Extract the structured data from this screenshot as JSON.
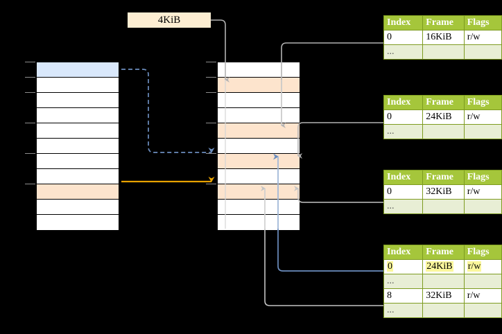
{
  "title": "Multi-level page table translation diagram",
  "size_label": {
    "text": "4KiB"
  },
  "colors": {
    "table_header_bg": "#a5c63b",
    "table_border": "#7d9b1f",
    "ellipsis_bg": "#e8eed5",
    "highlight_yellow": "#fbf79c",
    "cell_peach": "#fde4cd",
    "cell_blue": "#d9e8fb",
    "arrow_gray": "#b3b3b3",
    "arrow_blue": "#6c8ebf",
    "arrow_orange": "#e8a200",
    "label_bg": "#fdeed2"
  },
  "left_column": {
    "name": "virtual-address-space",
    "cells": [
      {
        "fill": "blue"
      },
      {
        "fill": "white"
      },
      {
        "fill": "white"
      },
      {
        "fill": "white"
      },
      {
        "fill": "white"
      },
      {
        "fill": "white"
      },
      {
        "fill": "white"
      },
      {
        "fill": "white"
      },
      {
        "fill": "peach"
      },
      {
        "fill": "white"
      },
      {
        "fill": "white"
      }
    ]
  },
  "middle_column": {
    "name": "physical-memory",
    "cells": [
      {
        "fill": "white"
      },
      {
        "fill": "peach"
      },
      {
        "fill": "white"
      },
      {
        "fill": "white"
      },
      {
        "fill": "peach"
      },
      {
        "fill": "white"
      },
      {
        "fill": "peach"
      },
      {
        "fill": "white"
      },
      {
        "fill": "peach"
      },
      {
        "fill": "white"
      },
      {
        "fill": "white"
      }
    ]
  },
  "tables": [
    {
      "name": "page-table-level-1",
      "headers": [
        "Index",
        "Frame",
        "Flags"
      ],
      "rows": [
        {
          "type": "data",
          "cells": [
            "0",
            "16KiB",
            "r/w"
          ],
          "highlight": [
            false,
            false,
            false
          ]
        },
        {
          "type": "ellipsis",
          "cells": [
            "...",
            "",
            ""
          ],
          "highlight": [
            false,
            false,
            false
          ]
        }
      ]
    },
    {
      "name": "page-table-level-2",
      "headers": [
        "Index",
        "Frame",
        "Flags"
      ],
      "rows": [
        {
          "type": "data",
          "cells": [
            "0",
            "24KiB",
            "r/w"
          ],
          "highlight": [
            false,
            false,
            false
          ]
        },
        {
          "type": "ellipsis",
          "cells": [
            "...",
            "",
            ""
          ],
          "highlight": [
            false,
            false,
            false
          ]
        }
      ]
    },
    {
      "name": "page-table-level-3",
      "headers": [
        "Index",
        "Frame",
        "Flags"
      ],
      "rows": [
        {
          "type": "data",
          "cells": [
            "0",
            "32KiB",
            "r/w"
          ],
          "highlight": [
            false,
            false,
            false
          ]
        },
        {
          "type": "ellipsis",
          "cells": [
            "...",
            "",
            ""
          ],
          "highlight": [
            false,
            false,
            false
          ]
        }
      ]
    },
    {
      "name": "page-table-level-4",
      "headers": [
        "Index",
        "Frame",
        "Flags"
      ],
      "rows": [
        {
          "type": "data",
          "cells": [
            "0",
            "24KiB",
            "r/w"
          ],
          "highlight": [
            true,
            true,
            true
          ]
        },
        {
          "type": "ellipsis",
          "cells": [
            "...",
            "",
            ""
          ],
          "highlight": [
            false,
            false,
            false
          ]
        },
        {
          "type": "data",
          "cells": [
            "8",
            "32KiB",
            "r/w"
          ],
          "highlight": [
            false,
            false,
            false
          ]
        },
        {
          "type": "ellipsis",
          "cells": [
            "...",
            "",
            ""
          ],
          "highlight": [
            false,
            false,
            false
          ]
        }
      ]
    }
  ]
}
